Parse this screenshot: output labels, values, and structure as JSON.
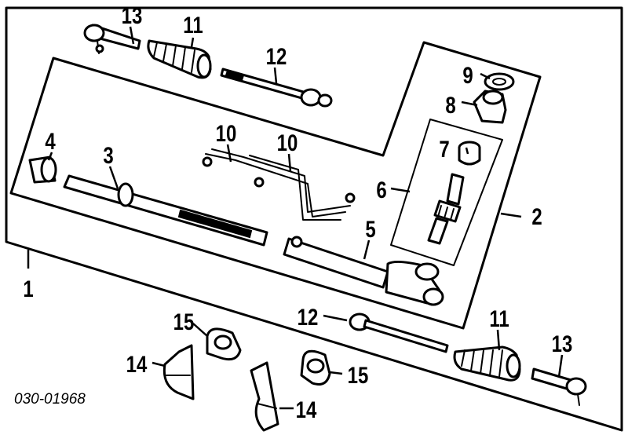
{
  "diagram": {
    "callouts": {
      "c1": "1",
      "c2": "2",
      "c3": "3",
      "c4": "4",
      "c5": "5",
      "c6": "6",
      "c7": "7",
      "c8": "8",
      "c9": "9",
      "c10a": "10",
      "c10b": "10",
      "c11a": "11",
      "c11b": "11",
      "c12a": "12",
      "c12b": "12",
      "c13a": "13",
      "c13b": "13",
      "c14a": "14",
      "c14b": "14",
      "c15a": "15",
      "c15b": "15"
    },
    "diagram_code": "030-01968"
  }
}
